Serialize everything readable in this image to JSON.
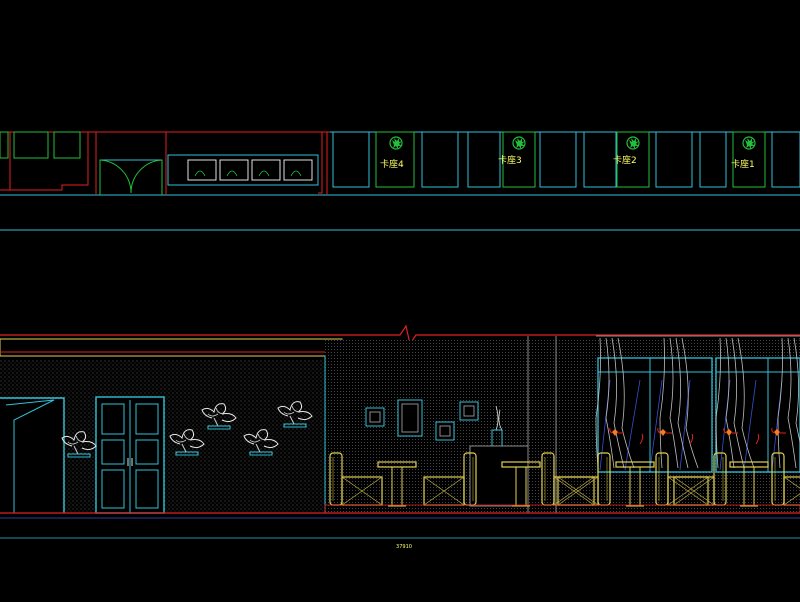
{
  "drawing": {
    "plan_labels": [
      "卡座4",
      "卡座3",
      "卡座2",
      "卡座1"
    ],
    "dimension_label": "37910"
  },
  "colors": {
    "background": "#000000",
    "cyan": "#2fc2d8",
    "green": "#22c03a",
    "red": "#e02020",
    "yellow": "#e0d050",
    "grey": "#8a8a8a",
    "white": "#f0f0f0",
    "blue": "#3a4fd0",
    "orange": "#ff7a1a"
  },
  "icons": [
    "plant-symbol-icon",
    "bonsai-icon",
    "curtain-icon",
    "booth-sofa-icon",
    "bar-table-icon",
    "wall-lamp-icon",
    "picture-frame-icon",
    "double-door-icon",
    "vase-icon"
  ]
}
